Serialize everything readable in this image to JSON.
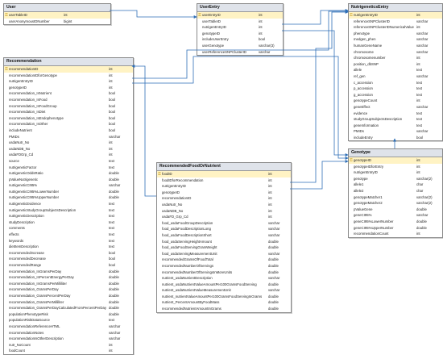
{
  "tables": {
    "user": {
      "title": "User",
      "columns": [
        {
          "name": "userTableID",
          "type": "int",
          "pk": true
        },
        {
          "name": "userAnonymousIDNumber",
          "type": "bigint",
          "pk": false
        }
      ]
    },
    "userentry": {
      "title": "UserEntry",
      "columns": [
        {
          "name": "userEntryID",
          "type": "int",
          "pk": true
        },
        {
          "name": "userTableID",
          "type": "int",
          "pk": false
        },
        {
          "name": "nutrigenEntryID",
          "type": "int",
          "pk": false
        },
        {
          "name": "genotypeID",
          "type": "int",
          "pk": false
        },
        {
          "name": "includeUserEntry",
          "type": "bool",
          "pk": false
        },
        {
          "name": "userGenotype",
          "type": "varchar(3)",
          "pk": false
        },
        {
          "name": "userReferenceSNPClusterID",
          "type": "varchar",
          "pk": false
        }
      ]
    },
    "nutrigenetics": {
      "title": "NutrigeneticsEntry",
      "columns": [
        {
          "name": "nutrigenEntryID",
          "type": "int",
          "pk": true
        },
        {
          "name": "referenceSNPClusterID",
          "type": "varchar",
          "pk": false
        },
        {
          "name": "referenceSNPClusterIDNumericalValue",
          "type": "int",
          "pk": false
        },
        {
          "name": "phenotype",
          "type": "varchar",
          "pk": false
        },
        {
          "name": "medgen_phen",
          "type": "varchar",
          "pk": false
        },
        {
          "name": "humanGeneName",
          "type": "varchar",
          "pk": false
        },
        {
          "name": "chromosome",
          "type": "varchar",
          "pk": false
        },
        {
          "name": "chromosomenumber",
          "type": "int",
          "pk": false
        },
        {
          "name": "position_dbSNP",
          "type": "int",
          "pk": false
        },
        {
          "name": "allele",
          "type": "text",
          "pk": false
        },
        {
          "name": "ref_gen",
          "type": "varchar",
          "pk": false
        },
        {
          "name": "c_accession",
          "type": "text",
          "pk": false
        },
        {
          "name": "p_accession",
          "type": "text",
          "pk": false
        },
        {
          "name": "g_accession",
          "type": "text",
          "pk": false
        },
        {
          "name": "genotypeCount",
          "type": "int",
          "pk": false
        },
        {
          "name": "geneEffect",
          "type": "varchar",
          "pk": false
        },
        {
          "name": "evidence",
          "type": "text",
          "pk": false
        },
        {
          "name": "studyGroupSubjectsDescription",
          "type": "text",
          "pk": false
        },
        {
          "name": "geneInformation",
          "type": "text",
          "pk": false
        },
        {
          "name": "PMIDs",
          "type": "varchar",
          "pk": false
        },
        {
          "name": "includeEntry",
          "type": "bool",
          "pk": false
        }
      ]
    },
    "recommendation": {
      "title": "Recommendation",
      "columns": [
        {
          "name": "recommendationID",
          "type": "int",
          "pk": true
        },
        {
          "name": "recommendationIDforGenotype",
          "type": "int",
          "pk": false
        },
        {
          "name": "nutrigenEntryID",
          "type": "int",
          "pk": false
        },
        {
          "name": "genotypeID",
          "type": "int",
          "pk": false
        },
        {
          "name": "recommendation_IsNutrient",
          "type": "bool",
          "pk": false
        },
        {
          "name": "recommendation_IsFood",
          "type": "bool",
          "pk": false
        },
        {
          "name": "recommendation_IsFoodGroup",
          "type": "bool",
          "pk": false
        },
        {
          "name": "recommendation_IsDiet",
          "type": "bool",
          "pk": false
        },
        {
          "name": "recommendation_IsEndophenotype",
          "type": "bool",
          "pk": false
        },
        {
          "name": "recommendation_IsOther",
          "type": "bool",
          "pk": false
        },
        {
          "name": "includeNutrient",
          "type": "bool",
          "pk": false
        },
        {
          "name": "PMIDs",
          "type": "varchar",
          "pk": false
        },
        {
          "name": "usdaNutr_No",
          "type": "int",
          "pk": false
        },
        {
          "name": "usdaNDB_No",
          "type": "int",
          "pk": false
        },
        {
          "name": "usdaFDGrp_Cd",
          "type": "int",
          "pk": false
        },
        {
          "name": "source",
          "type": "text",
          "pk": false
        },
        {
          "name": "nutrigeneticFactor",
          "type": "text",
          "pk": false
        },
        {
          "name": "nutrigeneticOddsRatio",
          "type": "double",
          "pk": false
        },
        {
          "name": "pValueNutrigenetic",
          "type": "double",
          "pk": false
        },
        {
          "name": "nutrigeneticCI95%",
          "type": "varchar",
          "pk": false
        },
        {
          "name": "nutrigeneticCI95%LowerNumber",
          "type": "double",
          "pk": false
        },
        {
          "name": "nutrigeneticCI95%UpperNumber",
          "type": "double",
          "pk": false
        },
        {
          "name": "nutrigeneticEvidence",
          "type": "text",
          "pk": false
        },
        {
          "name": "nutrigeneticStudyGroupSubjectsDescription",
          "type": "text",
          "pk": false
        },
        {
          "name": "nutrigeneticDescription",
          "type": "text",
          "pk": false
        },
        {
          "name": "studyDescription",
          "type": "text",
          "pk": false
        },
        {
          "name": "comments",
          "type": "text",
          "pk": false
        },
        {
          "name": "effects",
          "type": "text",
          "pk": false
        },
        {
          "name": "keywords",
          "type": "text",
          "pk": false
        },
        {
          "name": "dietItemDescription",
          "type": "text",
          "pk": false
        },
        {
          "name": "recommendedIncrease",
          "type": "bool",
          "pk": false
        },
        {
          "name": "recommendedDecrease",
          "type": "bool",
          "pk": false
        },
        {
          "name": "recommendedRange",
          "type": "bool",
          "pk": false
        },
        {
          "name": "recommendation_InGramsPerDay",
          "type": "double",
          "pk": false
        },
        {
          "name": "recommendation_InPercentEnergyPerDay",
          "type": "double",
          "pk": false
        },
        {
          "name": "recommendation_InGramsPerMilliliter",
          "type": "double",
          "pk": false
        },
        {
          "name": "recommendation_GramsPerDay",
          "type": "double",
          "pk": false
        },
        {
          "name": "recommendation_GramsPercentPerDay",
          "type": "double",
          "pk": false
        },
        {
          "name": "recommendation_GramsPerMilliliter",
          "type": "double",
          "pk": false
        },
        {
          "name": "recommendation_GramsPerDayCalculatedFromPercentPerDay",
          "type": "double",
          "pk": false
        },
        {
          "name": "populationPhenotypeRisk",
          "type": "double",
          "pk": false
        },
        {
          "name": "populationRiskDataSource",
          "type": "text",
          "pk": false
        },
        {
          "name": "recommendationReferenceHTML",
          "type": "varchar",
          "pk": false
        },
        {
          "name": "recommendationNotes",
          "type": "varchar",
          "pk": false
        },
        {
          "name": "recommendationIsOtherDescription",
          "type": "varchar",
          "pk": false
        },
        {
          "name": "nutr_NoCount",
          "type": "int",
          "pk": false
        },
        {
          "name": "foodCount",
          "type": "int",
          "pk": false
        }
      ]
    },
    "recfood": {
      "title": "RecommendedFoodOrNutrient",
      "columns": [
        {
          "name": "foodID",
          "type": "int",
          "pk": true
        },
        {
          "name": "foodIDforRecommendation",
          "type": "int",
          "pk": false
        },
        {
          "name": "nutrigenEntryID",
          "type": "int",
          "pk": false
        },
        {
          "name": "genotypeID",
          "type": "int",
          "pk": false
        },
        {
          "name": "recommendationID",
          "type": "int",
          "pk": false
        },
        {
          "name": "usdaNutr_No",
          "type": "int",
          "pk": false
        },
        {
          "name": "usdaNDB_No",
          "type": "int",
          "pk": false
        },
        {
          "name": "usdaFD_Grp_Cd",
          "type": "int",
          "pk": false
        },
        {
          "name": "food_usdaFoodGroupDescription",
          "type": "varchar",
          "pk": false
        },
        {
          "name": "food_usdaFoodDescriptionLong",
          "type": "varchar",
          "pk": false
        },
        {
          "name": "food_usdaFoodDescriptionShort",
          "type": "varchar",
          "pk": false
        },
        {
          "name": "food_usdaServingHeightAmount",
          "type": "double",
          "pk": false
        },
        {
          "name": "food_usdaFoodServingGramWeight",
          "type": "double",
          "pk": false
        },
        {
          "name": "food_usdaServingMeasurementUnit",
          "type": "varchar",
          "pk": false
        },
        {
          "name": "recommendedGramsOfFoodTotal",
          "type": "double",
          "pk": false
        },
        {
          "name": "recommendedNumberOfServings",
          "type": "double",
          "pk": false
        },
        {
          "name": "recommendedNumberOfServingsInMoreUnits",
          "type": "double",
          "pk": false
        },
        {
          "name": "nutrient_usdaNutrientDescription",
          "type": "varchar",
          "pk": false
        },
        {
          "name": "nutrient_usdaNutrientValueAmountPer100GramsFoodServing",
          "type": "double",
          "pk": false
        },
        {
          "name": "nutrient_usdaNutrientValueMeasurementUnit",
          "type": "varchar",
          "pk": false
        },
        {
          "name": "nutrient_nutrientValueAmountPer100GramsFoodServingInGrams",
          "type": "double",
          "pk": false
        },
        {
          "name": "nutrient_PercentAmountByFoodMass",
          "type": "double",
          "pk": false
        },
        {
          "name": "recommendedNutrientAmountInGrams",
          "type": "double",
          "pk": false
        }
      ]
    },
    "genotype": {
      "title": "Genotype",
      "columns": [
        {
          "name": "genotypeID",
          "type": "int",
          "pk": true
        },
        {
          "name": "genotypeIDforEntry",
          "type": "int",
          "pk": false
        },
        {
          "name": "nutrigenEntryID",
          "type": "int",
          "pk": false
        },
        {
          "name": "genotype",
          "type": "varchar(2)",
          "pk": false
        },
        {
          "name": "allele1",
          "type": "char",
          "pk": false
        },
        {
          "name": "allele2",
          "type": "char",
          "pk": false
        },
        {
          "name": "genotypeMatcher1",
          "type": "varchar(2)",
          "pk": false
        },
        {
          "name": "genotypeMatcher2",
          "type": "varchar(2)",
          "pk": false
        },
        {
          "name": "pValueGene",
          "type": "double",
          "pk": false
        },
        {
          "name": "geneCI95%",
          "type": "varchar",
          "pk": false
        },
        {
          "name": "geneCI95%LowerNumber",
          "type": "double",
          "pk": false
        },
        {
          "name": "geneCI95%UpperNumber",
          "type": "double",
          "pk": false
        },
        {
          "name": "recommendationCount",
          "type": "int",
          "pk": false
        }
      ]
    }
  }
}
